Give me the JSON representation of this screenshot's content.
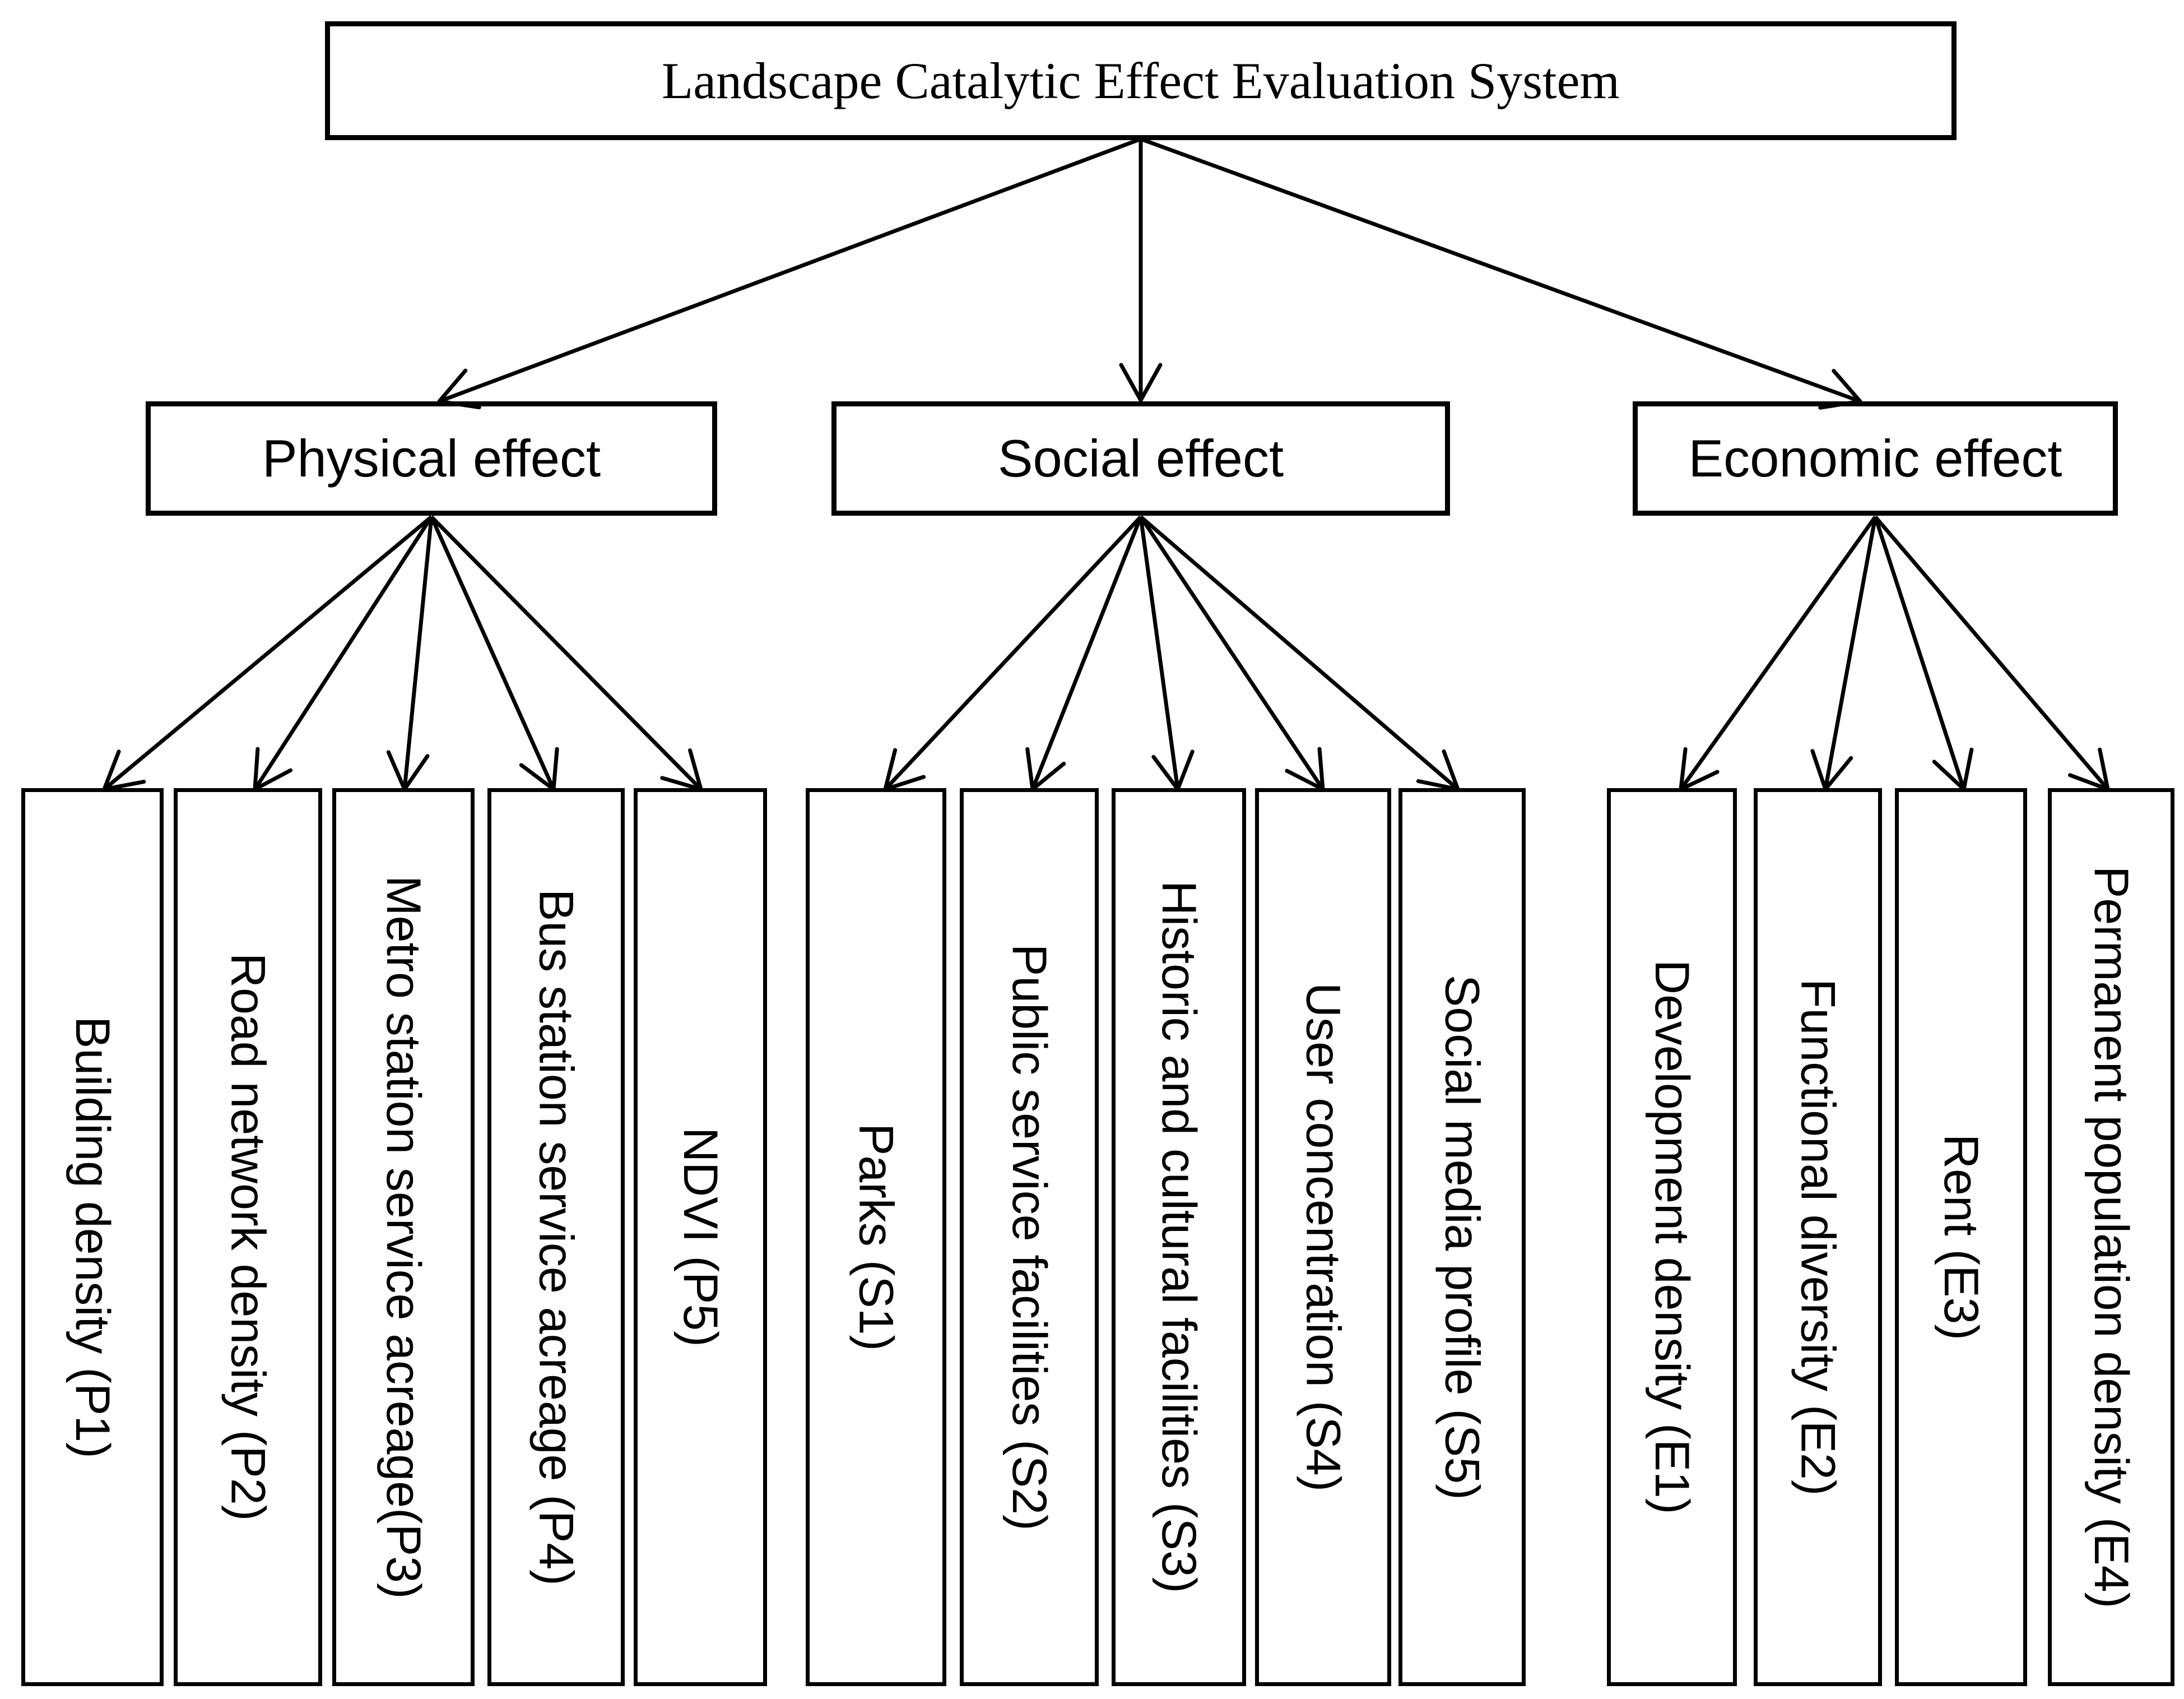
{
  "page": {
    "background_color": "#ffffff",
    "line_color": "#000000",
    "box_fill_color": "#ffffff"
  },
  "diagram": {
    "root_label": "Landscape Catalytic Effect Evaluation System",
    "groups": [
      {
        "label": "Physical effect",
        "leaves": [
          "Building density (P1)",
          "Road network density (P2)",
          "Metro station service acreage(P3)",
          "Bus station service acreage (P4)",
          "NDVI (P5)"
        ]
      },
      {
        "label": "Social effect",
        "leaves": [
          "Parks (S1)",
          "Public service facilities (S2)",
          "Historic and cultural facilities (S3)",
          "User concentration (S4)",
          "Social media profile (S5)"
        ]
      },
      {
        "label": "Economic effect",
        "leaves": [
          "Development density (E1)",
          "Functional diversity (E2)",
          "Rent (E3)",
          "Permanent population density (E4)"
        ]
      }
    ]
  }
}
